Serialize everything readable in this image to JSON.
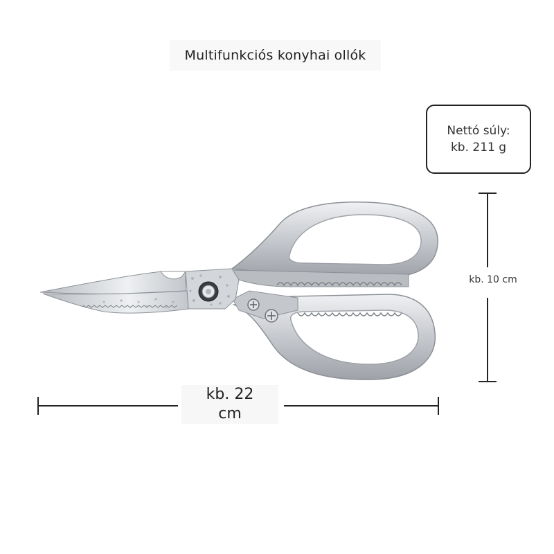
{
  "title": "Multifunkciós konyhai ollók",
  "weight": {
    "line1": "Nettó súly:",
    "line2": "kb. 211 g"
  },
  "height_label": "kb. 10 cm",
  "width_label": {
    "line1": "kb. 22",
    "line2": "cm"
  },
  "colors": {
    "steel": "#c9ccd0",
    "steel_light": "#e9ebed",
    "steel_dark": "#8c9096",
    "line": "#222222"
  }
}
